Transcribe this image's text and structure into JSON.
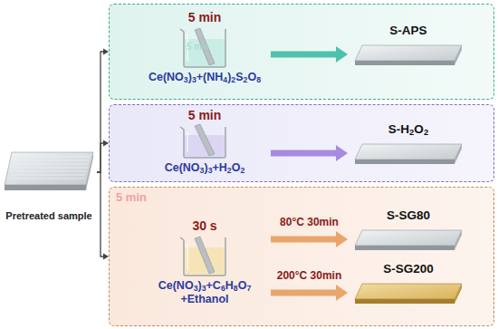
{
  "diagram": {
    "nodes": [
      {
        "text": [
          "Pretreated sample"
        ]
      },
      {
        "text": []
      },
      {
        "text": [
          "5 min",
          "Ce(NO3)3+(NH4)2S2O8"
        ],
        "in": 1
      },
      {
        "text": [
          "S-APS"
        ],
        "in": 1
      },
      {
        "text": []
      },
      {
        "text": [
          "5 min",
          "Ce(NO3)3+H2O2"
        ],
        "in": 4
      },
      {
        "text": [
          "S-H2O2"
        ],
        "in": 4
      },
      {
        "text": []
      },
      {
        "text": [
          "30 s",
          "Ce(NO3)3+C6H8O7 +Ethanol"
        ],
        "in": 7
      },
      {
        "text": [
          "S-SG80"
        ],
        "in": 7
      },
      {
        "text": [
          "S-SG200"
        ],
        "in": 7
      }
    ],
    "edges": [
      {
        "from": 0,
        "to": 1,
        "arrow": "to"
      },
      {
        "from": 0,
        "to": 4,
        "arrow": "to"
      },
      {
        "from": 0,
        "to": 7,
        "arrow": "to"
      },
      {
        "from": 2,
        "to": 3,
        "arrow": "to"
      },
      {
        "from": 5,
        "to": 6,
        "arrow": "to"
      },
      {
        "from": 8,
        "to": 9,
        "arrow": "to",
        "label": "80°C 30min"
      },
      {
        "from": 8,
        "to": 10,
        "arrow": "to",
        "label": "200°C 30min"
      }
    ],
    "labels": [
      "5 min",
      "5 min"
    ]
  }
}
